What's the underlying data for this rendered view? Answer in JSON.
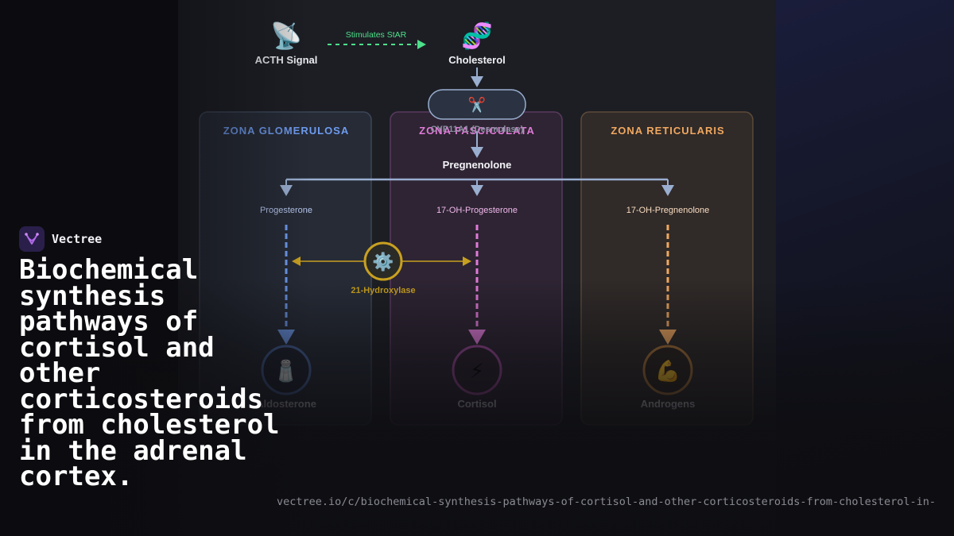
{
  "brand": {
    "name": "Vectree"
  },
  "title": "Biochemical synthesis pathways of cortisol and other corticosteroids from cholesterol in the adrenal cortex.",
  "url": "vectree.io/c/biochemical-synthesis-pathways-of-cortisol-and-other-corticosteroids-from-cholesterol-in-",
  "diagram": {
    "acth": {
      "icon": "📡",
      "label": "ACTH Signal"
    },
    "stimulates": "Stimulates StAR",
    "cholesterol": {
      "icon": "🧬",
      "label": "Cholesterol"
    },
    "enzyme_scc": {
      "icon": "✂️",
      "label": "CYP11A1 (Desmolase)"
    },
    "pregnenolone": "Pregnenolone",
    "hydroxylase": {
      "icon": "⚙️",
      "label": "21-Hydroxylase"
    },
    "zones": [
      {
        "title": "ZONA GLOMERULOSA",
        "intermediate": "Progesterone",
        "icon": "🧂",
        "product": "Aldosterone",
        "color": "#6f9cf0"
      },
      {
        "title": "ZONA FASCICULATA",
        "intermediate": "17-OH-Progesterone",
        "icon": "⚡",
        "product": "Cortisol",
        "color": "#e07ad8"
      },
      {
        "title": "ZONA RETICULARIS",
        "intermediate": "17-OH-Pregnenolone",
        "icon": "💪",
        "product": "Androgens",
        "color": "#f0a860"
      }
    ],
    "colors": {
      "arrow": "#9aaed0",
      "stimulate": "#4ee08a",
      "hydroxylase": "#c8a020"
    }
  }
}
